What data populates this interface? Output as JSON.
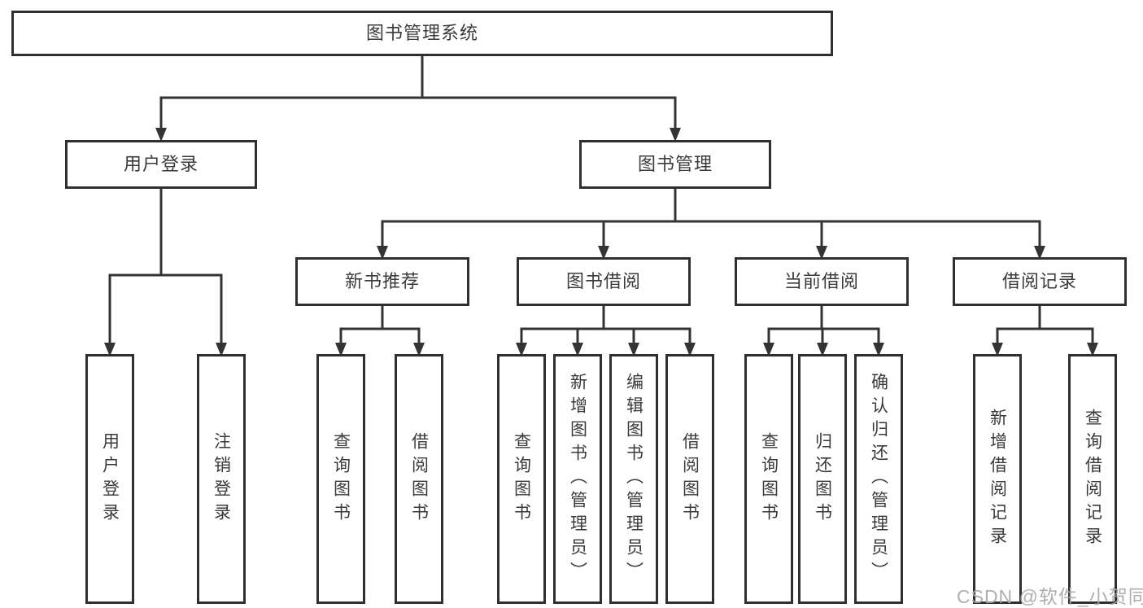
{
  "tree": {
    "root": "图书管理系统",
    "level2": {
      "user_login": "用户登录",
      "book_mgmt": "图书管理"
    },
    "level3": {
      "new_books": "新书推荐",
      "book_borrow": "图书借阅",
      "current_borrow": "当前借阅",
      "borrow_records": "借阅记录"
    },
    "leaves": {
      "user_login": [
        "用户登录",
        "注销登录"
      ],
      "new_books": [
        "查询图书",
        "借阅图书"
      ],
      "book_borrow": [
        "查询图书",
        "新增图书（管理员）",
        "编辑图书（管理员）",
        "借阅图书"
      ],
      "current_borrow": [
        "查询图书",
        "归还图书",
        "确认归还（管理员）"
      ],
      "borrow_records": [
        "新增借阅记录",
        "查询借阅记录"
      ]
    }
  },
  "watermark": "CSDN @软件_小贺同学",
  "colors": {
    "line": "#333333",
    "border": "#2f2f2f",
    "text": "#3a3a3a",
    "background": "#ffffff",
    "watermark": "#a8a8a8"
  }
}
